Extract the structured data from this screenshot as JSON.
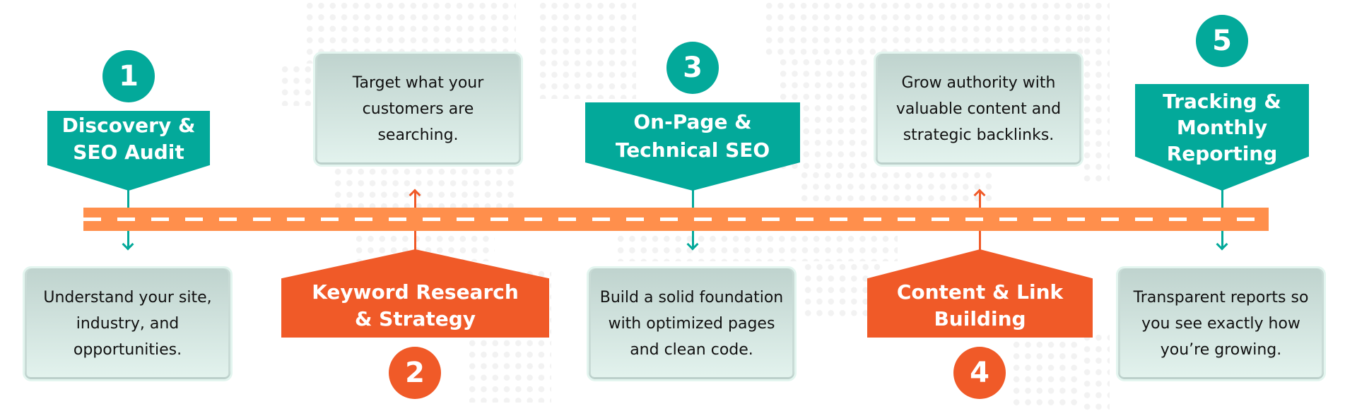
{
  "colors": {
    "teal": "#03A99A",
    "orange_label": "#F05A28",
    "road": "#FF8F4C",
    "road_dash": "#FFFFFF",
    "box_top": "#BFD3CE",
    "box_bottom": "#E3F3EE",
    "text": "#111111",
    "dot_map": "#F2F2F2"
  },
  "steps": [
    {
      "number": "1",
      "title_lines": [
        "Discovery &",
        "SEO Audit"
      ],
      "description": "Understand your site, industry, and opportunities.",
      "color": "teal",
      "position": "top-title"
    },
    {
      "number": "2",
      "title_lines": [
        "Keyword Research",
        "& Strategy"
      ],
      "description": "Target what your customers are searching.",
      "color": "orange",
      "position": "bottom-title"
    },
    {
      "number": "3",
      "title_lines": [
        "On-Page &",
        "Technical SEO"
      ],
      "description": "Build a solid foundation with optimized pages and clean code.",
      "color": "teal",
      "position": "top-title"
    },
    {
      "number": "4",
      "title_lines": [
        "Content & Link",
        "Building"
      ],
      "description": "Grow authority with valuable content and strategic backlinks.",
      "color": "orange",
      "position": "bottom-title"
    },
    {
      "number": "5",
      "title_lines": [
        "Tracking &",
        "Monthly",
        "Reporting"
      ],
      "description": "Transparent reports so you see exactly how you’re growing.",
      "color": "teal",
      "position": "top-title"
    }
  ],
  "background": {
    "pattern": "dotted-world-map"
  },
  "connector": {
    "type": "road-with-dashed-centerline"
  }
}
